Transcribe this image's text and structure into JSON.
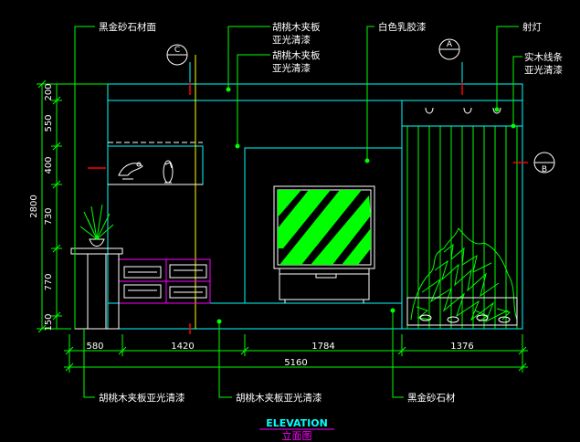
{
  "annotations": {
    "top": [
      "黑金砂石材面",
      "胡桃木夹板",
      "亚光清漆",
      "胡桃木夹板",
      "亚光清漆",
      "白色乳胶漆",
      "射灯",
      "实木线条",
      "亚光清漆"
    ],
    "bottom": [
      "胡桃木夹板亚光清漆",
      "胡桃木夹板亚光清漆",
      "黑金砂石材"
    ]
  },
  "section_markers": {
    "c": "C",
    "a": "A",
    "b": "B"
  },
  "dims_vertical": {
    "total": "2800",
    "parts": [
      "200",
      "550",
      "400",
      "730",
      "770",
      "150"
    ]
  },
  "dims_horizontal": {
    "total": "5160",
    "parts": [
      "580",
      "1420",
      "1784",
      "1376"
    ]
  },
  "title": {
    "main": "ELEVATION",
    "sub": "立面图"
  },
  "colors": {
    "background": "#000000",
    "line_cyan": "#00ffff",
    "line_green": "#00ff00",
    "line_white": "#ffffff",
    "line_red": "#ff0000",
    "line_magenta": "#ff00ff",
    "line_yellow": "#ffff00"
  }
}
